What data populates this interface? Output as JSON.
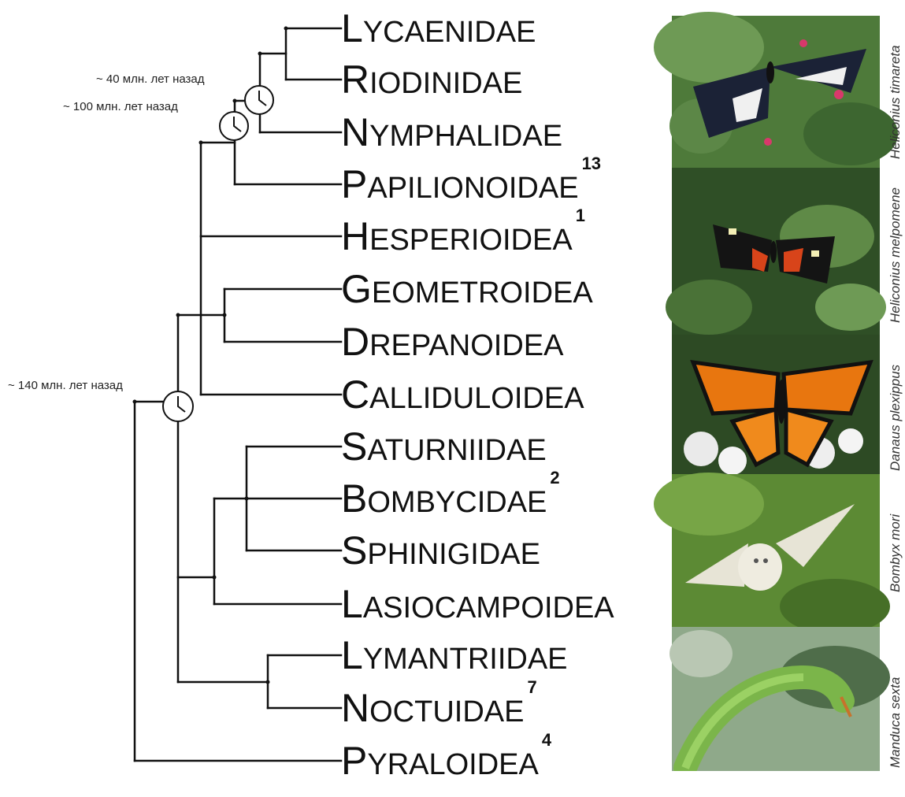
{
  "taxa": [
    {
      "initial": "L",
      "rest": "YCAENIDAE",
      "sup": ""
    },
    {
      "initial": "R",
      "rest": "IODINIDAE",
      "sup": ""
    },
    {
      "initial": "N",
      "rest": "YMPHALIDAE",
      "sup": ""
    },
    {
      "initial": "P",
      "rest": "APILIONOIDAE",
      "sup": "13"
    },
    {
      "initial": "H",
      "rest": "ESPERIOIDEA",
      "sup": "1"
    },
    {
      "initial": "G",
      "rest": "EOMETROIDEA",
      "sup": ""
    },
    {
      "initial": "D",
      "rest": "REPANOIDEA",
      "sup": ""
    },
    {
      "initial": "C",
      "rest": "ALLIDULOIDEA",
      "sup": ""
    },
    {
      "initial": "S",
      "rest": "ATURNIIDAE",
      "sup": ""
    },
    {
      "initial": "B",
      "rest": "OMBYCIDAE",
      "sup": "2"
    },
    {
      "initial": "S",
      "rest": "PHINIGIDAE",
      "sup": ""
    },
    {
      "initial": "L",
      "rest": "ASIOCAMPOIDEA",
      "sup": ""
    },
    {
      "initial": "L",
      "rest": "YMANTRIIDAE",
      "sup": ""
    },
    {
      "initial": "N",
      "rest": "OCTUIDAE",
      "sup": "7"
    },
    {
      "initial": "P",
      "rest": "YRALOIDEA",
      "sup": "4"
    }
  ],
  "divergence_times": {
    "t40": "~ 40 млн. лет назад",
    "t100": "~ 100 млн. лет назад",
    "t140": "~ 140 млн. лет назад"
  },
  "photos": [
    {
      "species": "Heliconius timareta",
      "subject": "black-white-butterfly"
    },
    {
      "species": "Heliconius melpomene",
      "subject": "black-red-butterfly"
    },
    {
      "species": "Danaus plexippus",
      "subject": "monarch-butterfly"
    },
    {
      "species": "Bombyx mori",
      "subject": "silkmoth"
    },
    {
      "species": "Manduca sexta",
      "subject": "hornworm-caterpillar"
    }
  ],
  "colors": {
    "line": "#111111",
    "leaf_green": "#4f7d3a",
    "monarch_orange": "#e8760f"
  }
}
